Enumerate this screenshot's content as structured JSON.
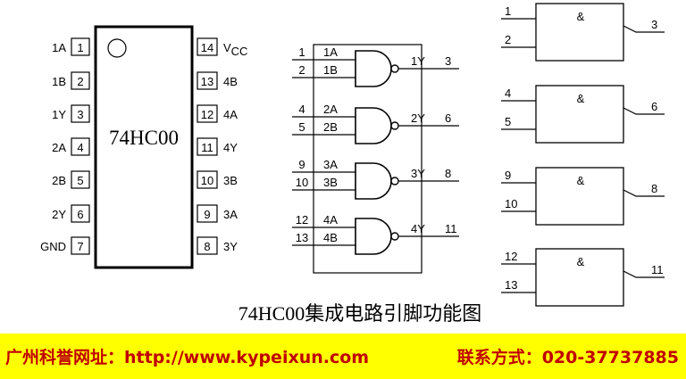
{
  "chip": {
    "name": "74HC00",
    "left_pins": [
      {
        "num": "1",
        "label": "1A"
      },
      {
        "num": "2",
        "label": "1B"
      },
      {
        "num": "3",
        "label": "1Y"
      },
      {
        "num": "4",
        "label": "2A"
      },
      {
        "num": "5",
        "label": "2B"
      },
      {
        "num": "6",
        "label": "2Y"
      },
      {
        "num": "7",
        "label": "GND"
      }
    ],
    "right_pins": [
      {
        "num": "14",
        "label": "V",
        "sub": "CC"
      },
      {
        "num": "13",
        "label": "4B"
      },
      {
        "num": "12",
        "label": "4A"
      },
      {
        "num": "11",
        "label": "4Y"
      },
      {
        "num": "10",
        "label": "3B"
      },
      {
        "num": "9",
        "label": "3A"
      },
      {
        "num": "8",
        "label": "3Y"
      }
    ]
  },
  "logic_gates": [
    {
      "in1_num": "1",
      "in1": "1A",
      "in2_num": "2",
      "in2": "1B",
      "out": "1Y",
      "out_num": "3"
    },
    {
      "in1_num": "4",
      "in1": "2A",
      "in2_num": "5",
      "in2": "2B",
      "out": "2Y",
      "out_num": "6"
    },
    {
      "in1_num": "9",
      "in1": "3A",
      "in2_num": "10",
      "in2": "3B",
      "out": "3Y",
      "out_num": "8"
    },
    {
      "in1_num": "12",
      "in1": "4A",
      "in2_num": "13",
      "in2": "4B",
      "out": "4Y",
      "out_num": "11"
    }
  ],
  "iec_gates": [
    {
      "in1": "1",
      "in2": "2",
      "symbol": "&",
      "out": "3"
    },
    {
      "in1": "4",
      "in2": "5",
      "symbol": "&",
      "out": "6"
    },
    {
      "in1": "9",
      "in2": "10",
      "symbol": "&",
      "out": "8"
    },
    {
      "in1": "12",
      "in2": "13",
      "symbol": "&",
      "out": "11"
    }
  ],
  "caption": "74HC00集成电路引脚功能图",
  "banner": {
    "left": "广州科誉网址：http://www.kypeixun.com",
    "right": "联系方式：020-37737885"
  },
  "colors": {
    "banner_bg": "#ffff00",
    "banner_text": "#c00000"
  }
}
